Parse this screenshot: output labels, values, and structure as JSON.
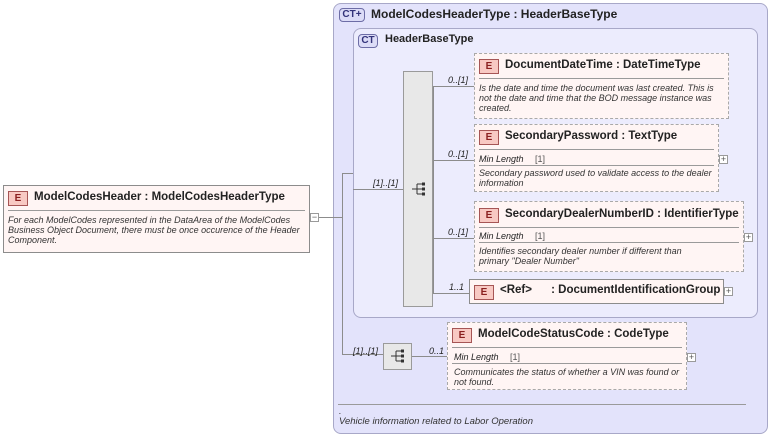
{
  "root": {
    "badge": "E",
    "title": "ModelCodesHeader : ModelCodesHeaderType",
    "description": "For each ModelCodes represented in the DataArea of the ModelCodes Business Object Document, there must be once occurence of the Header Component.",
    "collapse": "−"
  },
  "complex_type": {
    "badge": "CT+",
    "title": "ModelCodesHeaderType : HeaderBaseType",
    "footer_mark": ".",
    "footer_text": "Vehicle information related to Labor Operation"
  },
  "base_type": {
    "badge": "CT",
    "title": "HeaderBaseType"
  },
  "sequence_cardinality": "[1]..[1]",
  "extension_sequence_cardinality": "[1]..[1]",
  "elements": [
    {
      "badge": "E",
      "title": "DocumentDateTime : DateTimeType",
      "cardinality": "0..[1]",
      "description": "Is the date and time the document was last created. This is not the date and time that the BOD message instance was created."
    },
    {
      "badge": "E",
      "title": "SecondaryPassword : TextType",
      "cardinality": "0..[1]",
      "facet_name": "Min Length",
      "facet_value": "[1]",
      "description": "Secondary password used to validate access to the dealer information",
      "expand": "+"
    },
    {
      "badge": "E",
      "title": "SecondaryDealerNumberID : IdentifierType",
      "cardinality": "0..[1]",
      "facet_name": "Min Length",
      "facet_value": "[1]",
      "description": "Identifies secondary dealer number if different than primary \"Dealer Number\"",
      "expand": "+"
    },
    {
      "badge": "E",
      "title": "<Ref>      : DocumentIdentificationGroup",
      "cardinality": "1..1",
      "expand": "+"
    },
    {
      "badge": "E",
      "title": "ModelCodeStatusCode : CodeType",
      "cardinality": "0..1",
      "facet_name": "Min Length",
      "facet_value": "[1]",
      "description": "Communicates the status of whether a VIN was found or not found.",
      "expand": "+"
    }
  ]
}
